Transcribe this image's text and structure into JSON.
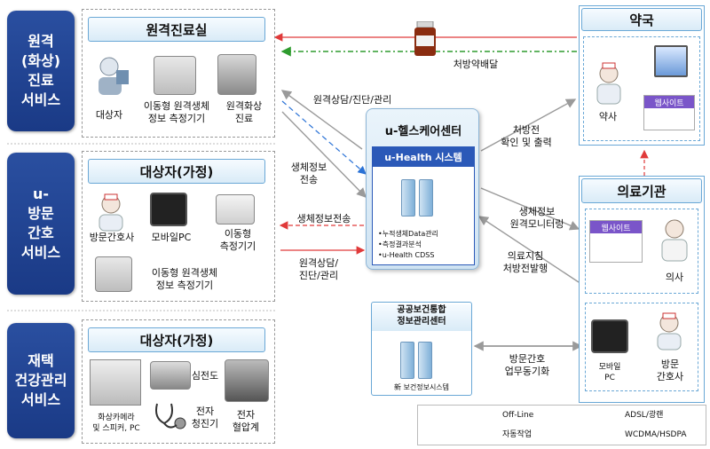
{
  "services": [
    {
      "label": "원격\n(화상)\n진료\n서비스"
    },
    {
      "label": "u-\n방문\n간호\n서비스"
    },
    {
      "label": "재택\n건강관리\n서비스"
    }
  ],
  "panels": {
    "remote": {
      "title": "원격진료실",
      "items": [
        "대상자",
        "이동형 원격생체\n정보 측정기기",
        "원격화상\n진료"
      ]
    },
    "home1": {
      "title": "대상자(가정)",
      "items": [
        "방문간호사",
        "모바일PC",
        "이동형\n측정기기",
        "이동형 원격생체\n정보 측정기기"
      ]
    },
    "home2": {
      "title": "대상자(가정)",
      "items": [
        "화상카메라\n및 스피커, PC",
        "심전도",
        "전자\n청진기",
        "전자\n혈압계"
      ]
    }
  },
  "center": {
    "title": "u-헬스케어센터",
    "system": "u-Health 시스템",
    "features": "•누적생체Data관리\n•측정결과분석\n•u-Health CDSS"
  },
  "pharmacy": {
    "title": "약국",
    "pharmacist": "약사",
    "website": "웹사이트"
  },
  "hospital": {
    "title": "의료기관",
    "website": "웹사이트",
    "doctor": "의사",
    "mobile_pc": "모바일\nPC",
    "visit_nurse": "방문\n간호사"
  },
  "public": {
    "title": "공공보건통합\n정보관리센터",
    "system": "新 보건정보시스템"
  },
  "arrows": {
    "delivery": "처방약배달",
    "consult1": "원격상담/진단/관리",
    "bio_send": "생체정보\n전송",
    "bio_transfer": "생체정보전송",
    "consult2": "원격상담/\n진단/관리",
    "prescription": "처방전\n확인 및 출력",
    "monitoring": "생체정보\n원격모니터링",
    "guidance": "의료지침\n처방전발행",
    "visit_sync": "방문간호\n업무동기화"
  },
  "legend": {
    "offline": "Off-Line",
    "auto": "자동작업",
    "adsl": "ADSL/광랜",
    "wcdma": "WCDMA/HSDPA"
  },
  "colors": {
    "service_bg": "#1f428f",
    "offline": "#2e9b2e",
    "auto": "#2a72d6",
    "adsl": "#9a9a9a",
    "wcdma": "#e03a3a"
  }
}
